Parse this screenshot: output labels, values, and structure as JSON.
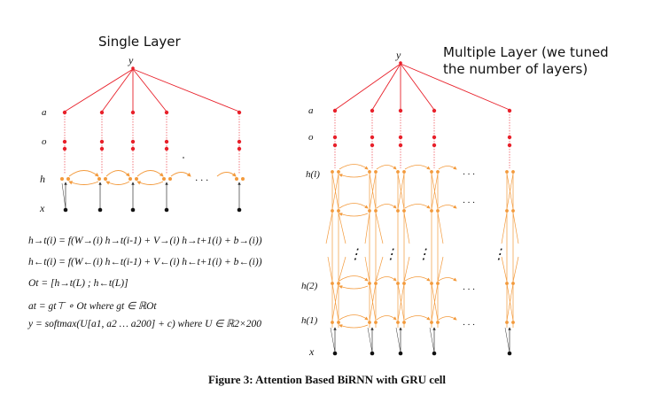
{
  "left_title": "Single Layer",
  "right_title_line1": "Multiple Layer (we tuned",
  "right_title_line2": "the number of layers)",
  "caption": "Figure 3: Attention Based BiRNN with GRU cell",
  "left_row_labels": {
    "y": "y",
    "a": "a",
    "o": "o",
    "h": "h",
    "x": "x"
  },
  "right_row_labels": {
    "y": "y",
    "a": "a",
    "o": "o",
    "hL": "h(l)",
    "h2": "h(2)",
    "h1": "h(1)",
    "x": "x"
  },
  "ellipsis": "· · ·",
  "vdots": "⋮",
  "equations": [
    "h→t(i) = f(W→(i) h→t(i-1) + V→(i) h→t+1(i) + b→(i))",
    "h←t(i) = f(W←(i) h←t(i-1) + V←(i) h←t+1(i) + b←(i))",
    "Ot = [h→t(L) ; h←t(L)]",
    "at = gt⊤ ∘ Ot        where gt ∈ ℝOt",
    "y = softmax(U[a1, a2 … a200] + c)   where U ∈ ℝ2×200"
  ],
  "colors": {
    "red": "#e8202a",
    "orange": "#f39a3c",
    "black": "#111111"
  }
}
